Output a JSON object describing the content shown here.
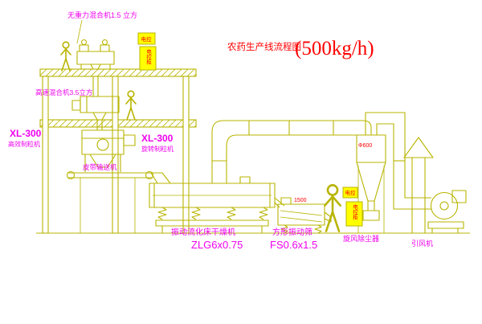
{
  "title": {
    "main": "农药生产线流程图",
    "capacity": "(500kg/h)"
  },
  "labels": {
    "mixer1": "无重力混合机1.5 立方",
    "mixer2": "高速混合机3.5立方",
    "granulator_left_model": "XL-300",
    "granulator_left_name": "高效制粒机",
    "granulator_mid_model": "XL-300",
    "granulator_mid_name": "旋转制粒机",
    "belt_conveyor": "皮带输送机",
    "dryer_name": "振动流化床干燥机",
    "dryer_model": "ZLG6x0.75",
    "screen_name": "方形振动筛",
    "screen_model": "FS0.6x1.5",
    "cyclone": "旋风除尘器",
    "fan": "引风机"
  },
  "annotations": {
    "cyclone_dim": "Φ600",
    "screen_dim": "1500",
    "cabinet_small": "电控",
    "cabinet_tall": "电控柜"
  },
  "colors": {
    "drawing_line": "#b8b400",
    "label_magenta": "#ee00ee",
    "annotation_red": "#ff0000",
    "cabinet_yellow": "#ffff00",
    "background": "#ffffff"
  }
}
